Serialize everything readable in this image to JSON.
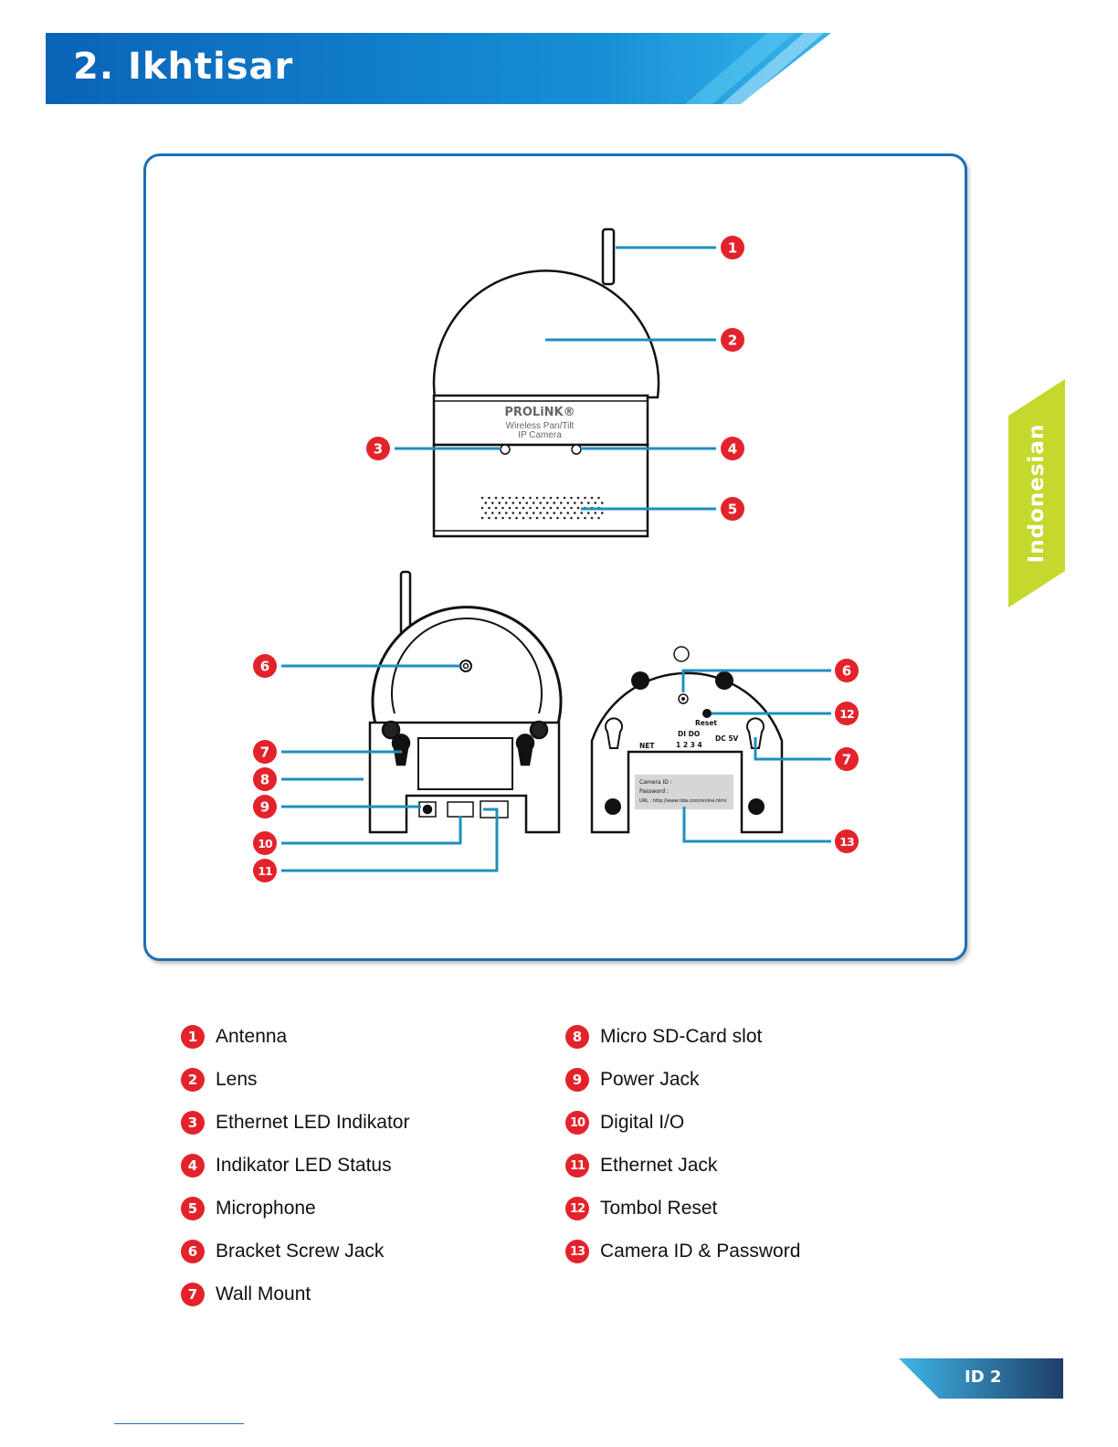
{
  "header": {
    "title": "2. Ikhtisar"
  },
  "side_tab": {
    "label": "Indonesian"
  },
  "diagram": {
    "brand_logo": "PROLiNK®",
    "product_line1": "Wireless Pan/Tilt",
    "product_line2": "IP Camera",
    "bottom_labels": {
      "reset": "Reset",
      "net": "NET",
      "dido": "DI DO",
      "dido_pins": "1 2 3 4",
      "dc": "DC 5V",
      "camera_id": "Camera ID :",
      "password": "Password :",
      "url": "URL : http://www.tida.com/online.html"
    },
    "callouts": [
      "1",
      "2",
      "3",
      "4",
      "5",
      "6",
      "7",
      "8",
      "9",
      "10",
      "11",
      "6",
      "12",
      "7",
      "13"
    ]
  },
  "legend": [
    {
      "num": "1",
      "label": "Antenna"
    },
    {
      "num": "2",
      "label": "Lens"
    },
    {
      "num": "3",
      "label": "Ethernet LED Indikator"
    },
    {
      "num": "4",
      "label": "Indikator LED Status"
    },
    {
      "num": "5",
      "label": "Microphone"
    },
    {
      "num": "6",
      "label": "Bracket Screw Jack"
    },
    {
      "num": "7",
      "label": "Wall Mount"
    },
    {
      "num": "8",
      "label": "Micro SD-Card slot"
    },
    {
      "num": "9",
      "label": "Power Jack"
    },
    {
      "num": "10",
      "label": "Digital I/O"
    },
    {
      "num": "11",
      "label": "Ethernet Jack"
    },
    {
      "num": "12",
      "label": "Tombol Reset"
    },
    {
      "num": "13",
      "label": "Camera ID & Password"
    }
  ],
  "footer": {
    "page": "ID 2"
  },
  "colors": {
    "brand_blue": "#1c6fb5",
    "callout_red": "#e3232b",
    "tab_green": "#c4d82e",
    "line_teal": "#1e8fc0"
  }
}
